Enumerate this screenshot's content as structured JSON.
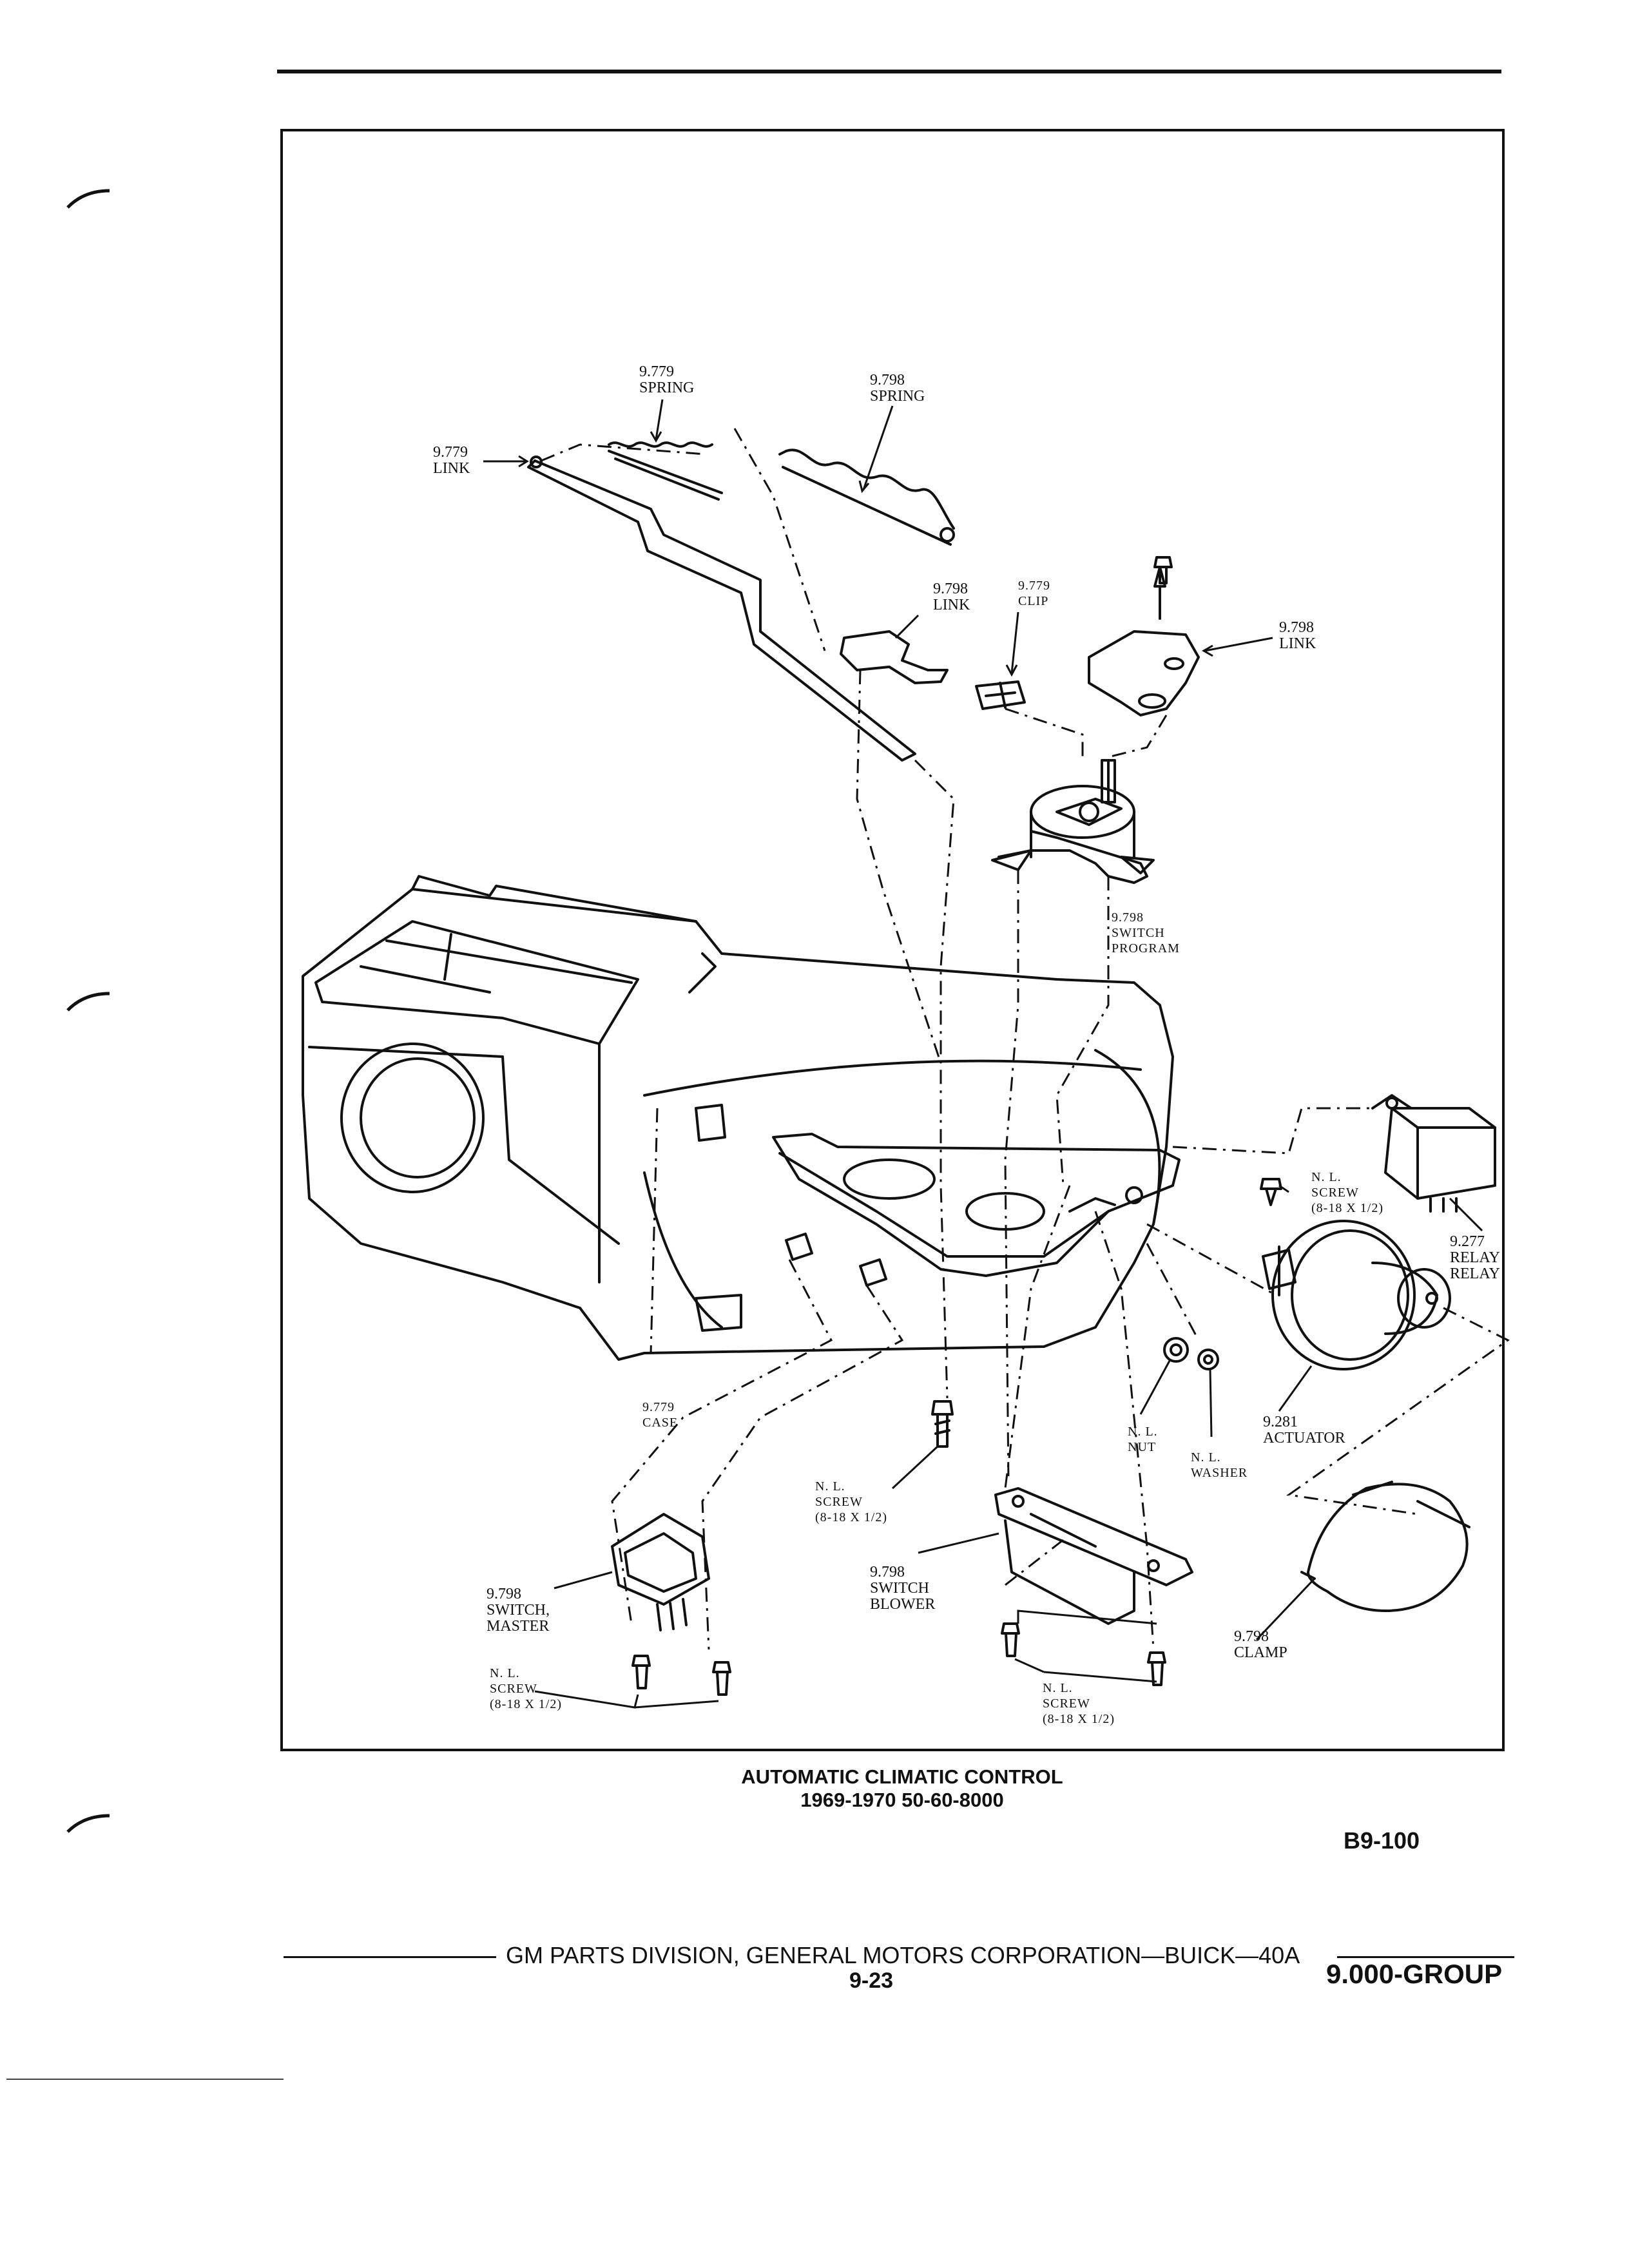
{
  "labels": {
    "spring_top_left": "9.779\nSPRING",
    "spring_top_right": "9.798\nSPRING",
    "link_left": "9.779\nLINK",
    "link_mid": "9.798\nLINK",
    "clip": "9.779\nCLIP",
    "link_right": "9.798\nLINK",
    "switch_program": "9.798\nSWITCH\nPROGRAM",
    "screw_relay": "N. L.\nSCREW\n(8-18 x 1/2)",
    "relay": "9.277\nRELAY\nRELAY",
    "case": "9.779\nCASE",
    "nut": "N. L.\nNUT",
    "washer": "N. L.\nWASHER",
    "actuator": "9.281\nACTUATOR",
    "screw_center": "N. L.\nSCREW\n(8-18 x 1/2)",
    "switch_blower": "9.798\nSWITCH\nBLOWER",
    "switch_master": "9.798\nSWITCH,\nMASTER",
    "clamp": "9.798\nCLAMP",
    "screw_bottom_left": "N. L.\nSCREW\n(8-18 x 1/2)",
    "screw_bottom_right": "N. L.\nSCREW\n(8-18 x 1/2)"
  },
  "caption": {
    "line1": "AUTOMATIC CLIMATIC CONTROL",
    "line2": "1969-1970 50-60-8000"
  },
  "figure_id": "B9-100",
  "footer": {
    "division": "GM PARTS DIVISION, GENERAL MOTORS CORPORATION—BUICK—40A",
    "page": "9-23",
    "group": "9.000-GROUP"
  }
}
